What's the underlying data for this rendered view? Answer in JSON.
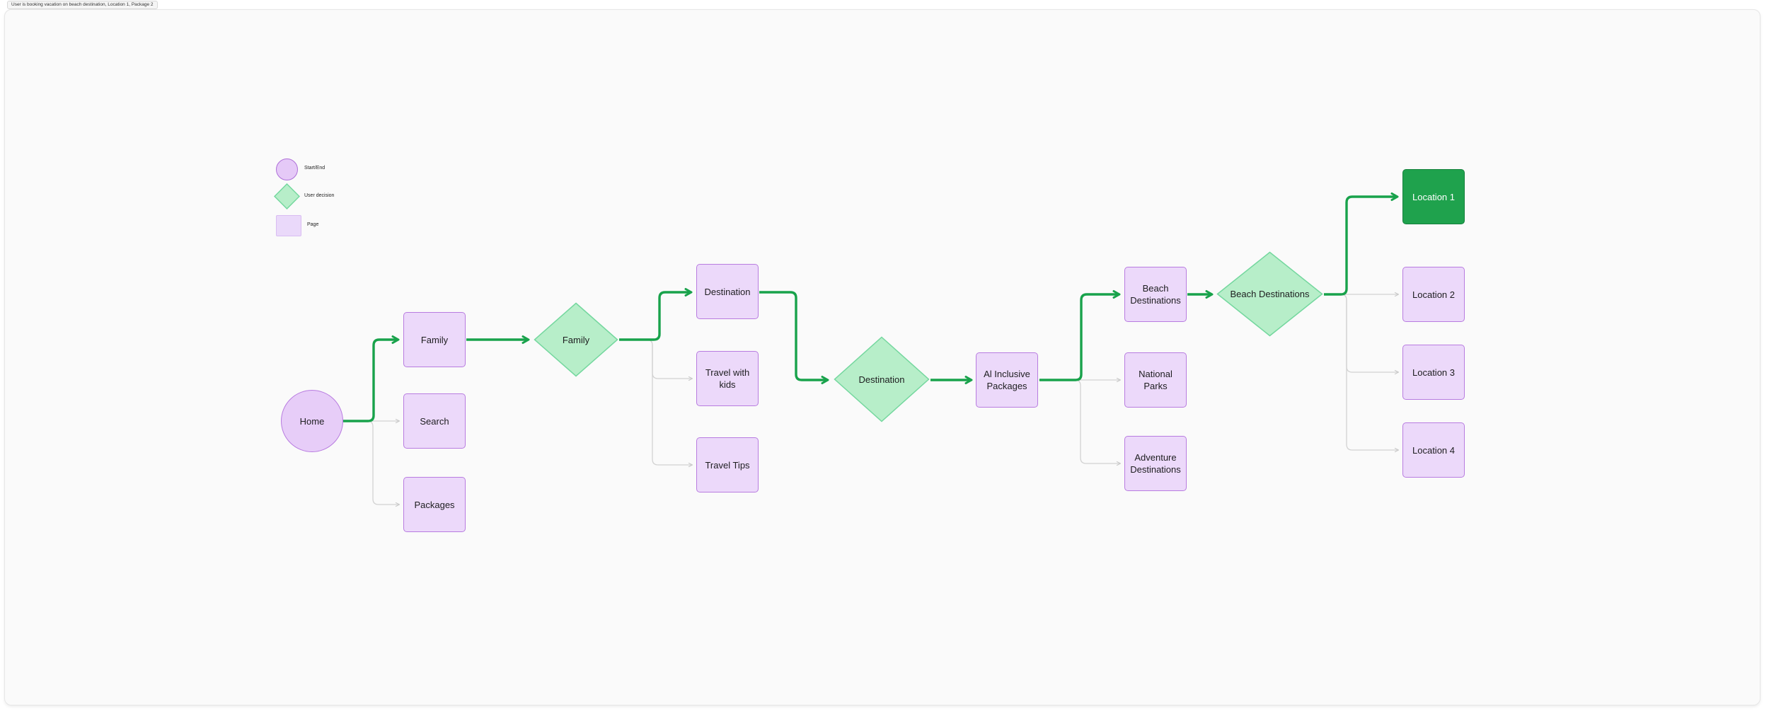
{
  "title": "User is booking vacation on beach destination, Location 1, Package 2",
  "legend": {
    "items": [
      {
        "shape": "circle",
        "label": "Start/End"
      },
      {
        "shape": "diamond",
        "label": "User decision"
      },
      {
        "shape": "rect",
        "label": "Page"
      }
    ]
  },
  "colors": {
    "canvas_bg": "#fafafa",
    "page_fill": "#ecd9fa",
    "page_border": "#b87ce0",
    "decision_fill": "#b7eec9",
    "decision_border": "#74d79e",
    "selected_fill": "#1fa24d",
    "selected_border": "#16813d",
    "path_highlight": "#18a24b",
    "path_normal": "#d2d2d2"
  },
  "nodes": {
    "home": {
      "label": "Home",
      "type": "start"
    },
    "family_page": {
      "label": "Family",
      "type": "page"
    },
    "search": {
      "label": "Search",
      "type": "page"
    },
    "packages": {
      "label": "Packages",
      "type": "page"
    },
    "family_decision": {
      "label": "Family",
      "type": "decision"
    },
    "destination_page": {
      "label": "Destination",
      "type": "page"
    },
    "travel_with_kids": {
      "label": "Travel with kids",
      "type": "page"
    },
    "travel_tips": {
      "label": "Travel Tips",
      "type": "page"
    },
    "destination_decision": {
      "label": "Destination",
      "type": "decision"
    },
    "al_inclusive_packages": {
      "label": "Al Inclusive Packages",
      "type": "page"
    },
    "beach_destinations_page": {
      "label": "Beach Destinations",
      "type": "page"
    },
    "national_parks": {
      "label": "National Parks",
      "type": "page"
    },
    "adventure_destinations": {
      "label": "Adventure Destinations",
      "type": "page"
    },
    "beach_destinations_decision": {
      "label": "Beach Destinations",
      "type": "decision"
    },
    "location_1": {
      "label": "Location 1",
      "type": "page-selected"
    },
    "location_2": {
      "label": "Location 2",
      "type": "page"
    },
    "location_3": {
      "label": "Location 3",
      "type": "page"
    },
    "location_4": {
      "label": "Location 4",
      "type": "page"
    }
  }
}
